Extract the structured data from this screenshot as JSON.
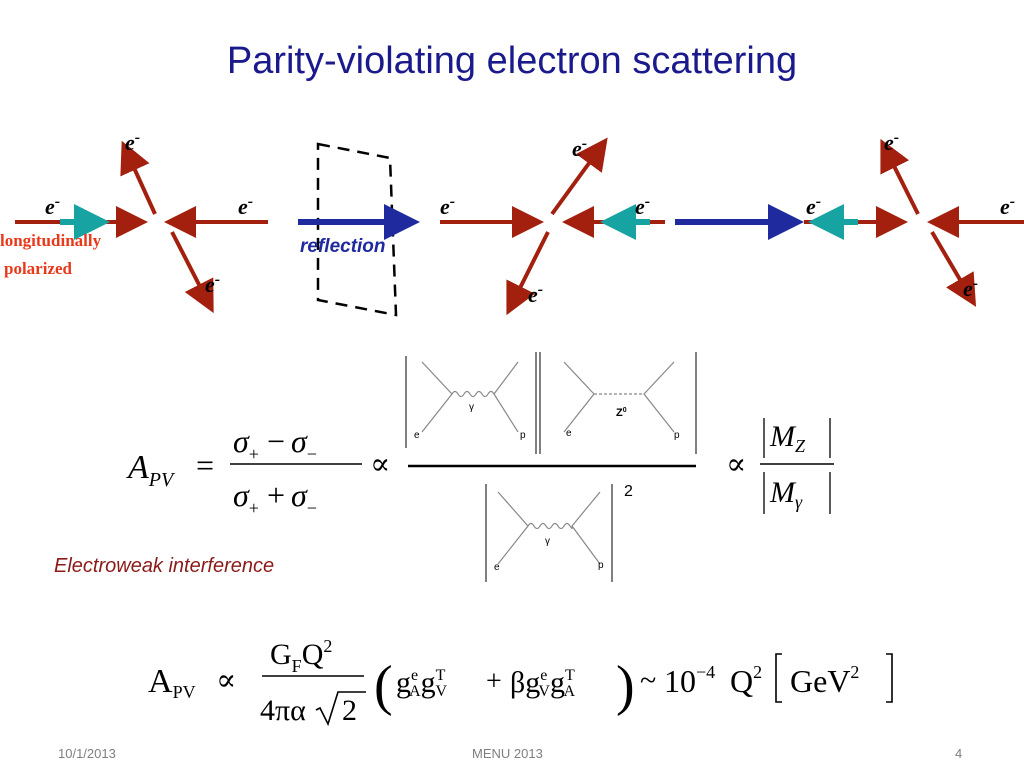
{
  "slide": {
    "title": "Parity-violating electron scattering",
    "caption": "Electroweak interference",
    "footer": {
      "date": "10/1/2013",
      "center": "MENU 2013",
      "page": "4"
    }
  },
  "diagram": {
    "electron": "e",
    "minus": "-",
    "label_left_1": "longitudinally",
    "label_left_2": "polarized",
    "reflection": "reflection"
  },
  "equation1": {
    "A": "A",
    "PV": "PV",
    "eq": "=",
    "sigma": "σ",
    "plus": "+",
    "minus": "−",
    "sub_plus": "+",
    "sub_minus": "−",
    "propto": "∝",
    "fd_e": "e",
    "fd_p": "p",
    "fd_gamma": "γ",
    "fd_z": "Z",
    "fd_z_sup": "0",
    "square": "2",
    "M": "M",
    "Z": "Z",
    "gamma": "γ"
  },
  "equation2": {
    "A": "A",
    "PV": "PV",
    "propto": "∝",
    "G": "G",
    "F": "F",
    "Q": "Q",
    "two": "2",
    "four_pi_alpha": "4πα",
    "sqrt_arg": "2",
    "g": "g",
    "e": "e",
    "A_sub": "A",
    "V_sub": "V",
    "T": "T",
    "plus": "+",
    "beta": "β",
    "tilde": "~",
    "ten": "10",
    "exp": "−4",
    "GeV": "GeV"
  },
  "colors": {
    "title": "#1a1a8c",
    "momentum": "#a3200f",
    "spin": "#18a3a3",
    "reflection": "#1f2a9e",
    "caption": "#8b1a1a",
    "label": "#e8391b"
  }
}
